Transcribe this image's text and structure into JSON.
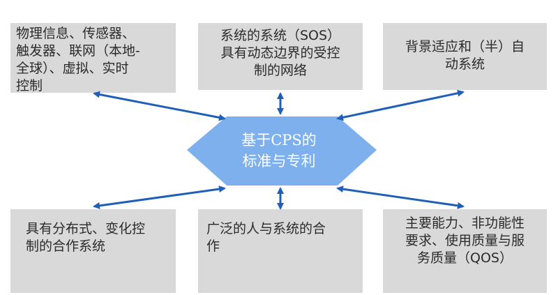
{
  "diagram": {
    "center": {
      "label": "基于CPS的\n标准与专利",
      "color": "#7eb0ed"
    },
    "boxes": {
      "top_left": "物理信息、传感器、\n触发器、联网（本地-\n全球）、虚拟、实时\n控制",
      "top_center": "系统的系统（SOS）\n具有动态边界的受控\n制的网络",
      "top_right": "背景适应和（半）自\n动系统",
      "bottom_left": "具有分布式、变化控\n制的合作系统",
      "bottom_center": "广泛的人与系统的合\n作",
      "bottom_right": "主要能力、非功能性\n要求、使用质量与服\n务质量（QOS）"
    },
    "colors": {
      "box_fill": "#d9d9d9",
      "arrow": "#1f5fb8",
      "text": "#2b2b2b"
    }
  }
}
